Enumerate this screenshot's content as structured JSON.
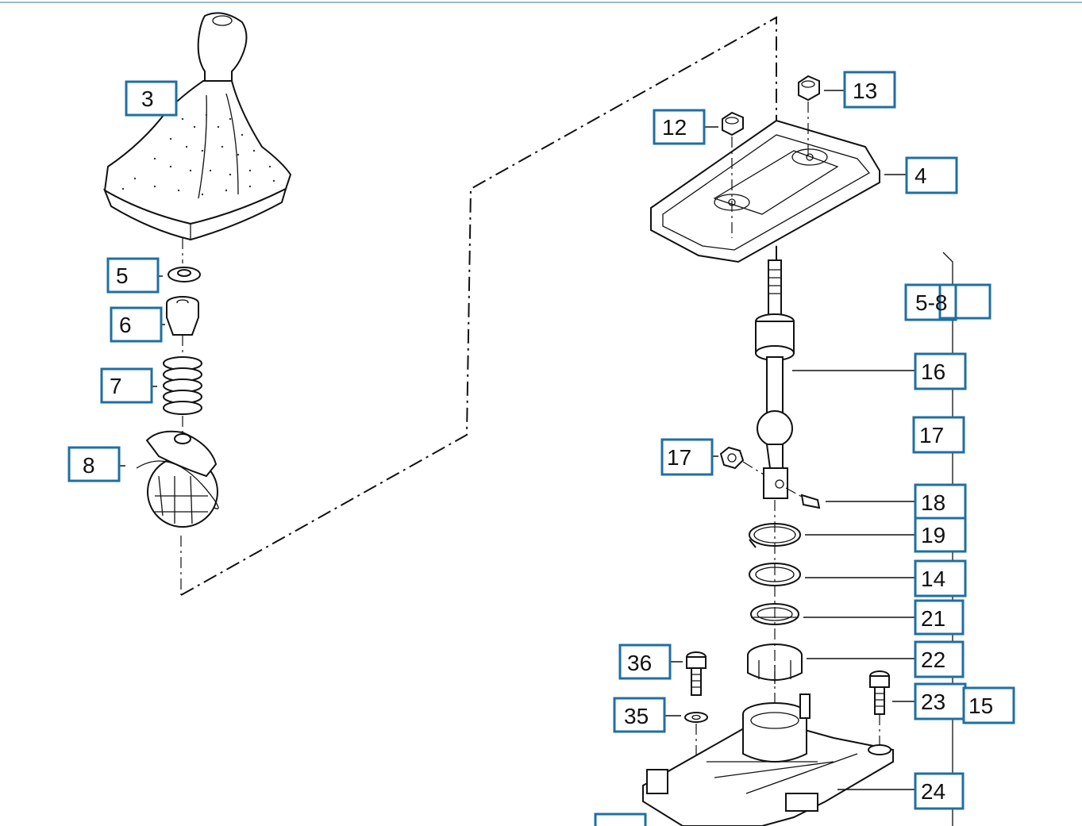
{
  "diagram": {
    "callouts": [
      {
        "id": "c3",
        "text": "3"
      },
      {
        "id": "c5",
        "text": "5"
      },
      {
        "id": "c6",
        "text": "6"
      },
      {
        "id": "c7",
        "text": "7"
      },
      {
        "id": "c8",
        "text": "8"
      },
      {
        "id": "c12",
        "text": "12"
      },
      {
        "id": "c13",
        "text": "13"
      },
      {
        "id": "c4",
        "text": "4"
      },
      {
        "id": "c5-8",
        "text": "5-8"
      },
      {
        "id": "c16",
        "text": "16"
      },
      {
        "id": "c17a",
        "text": "17"
      },
      {
        "id": "c17b",
        "text": "17"
      },
      {
        "id": "c18",
        "text": "18"
      },
      {
        "id": "c19",
        "text": "19"
      },
      {
        "id": "c14",
        "text": "14"
      },
      {
        "id": "c21",
        "text": "21"
      },
      {
        "id": "c22",
        "text": "22"
      },
      {
        "id": "c36",
        "text": "36"
      },
      {
        "id": "c35",
        "text": "35"
      },
      {
        "id": "c23",
        "text": "23"
      },
      {
        "id": "c15",
        "text": "15"
      },
      {
        "id": "c24",
        "text": "24"
      }
    ]
  }
}
